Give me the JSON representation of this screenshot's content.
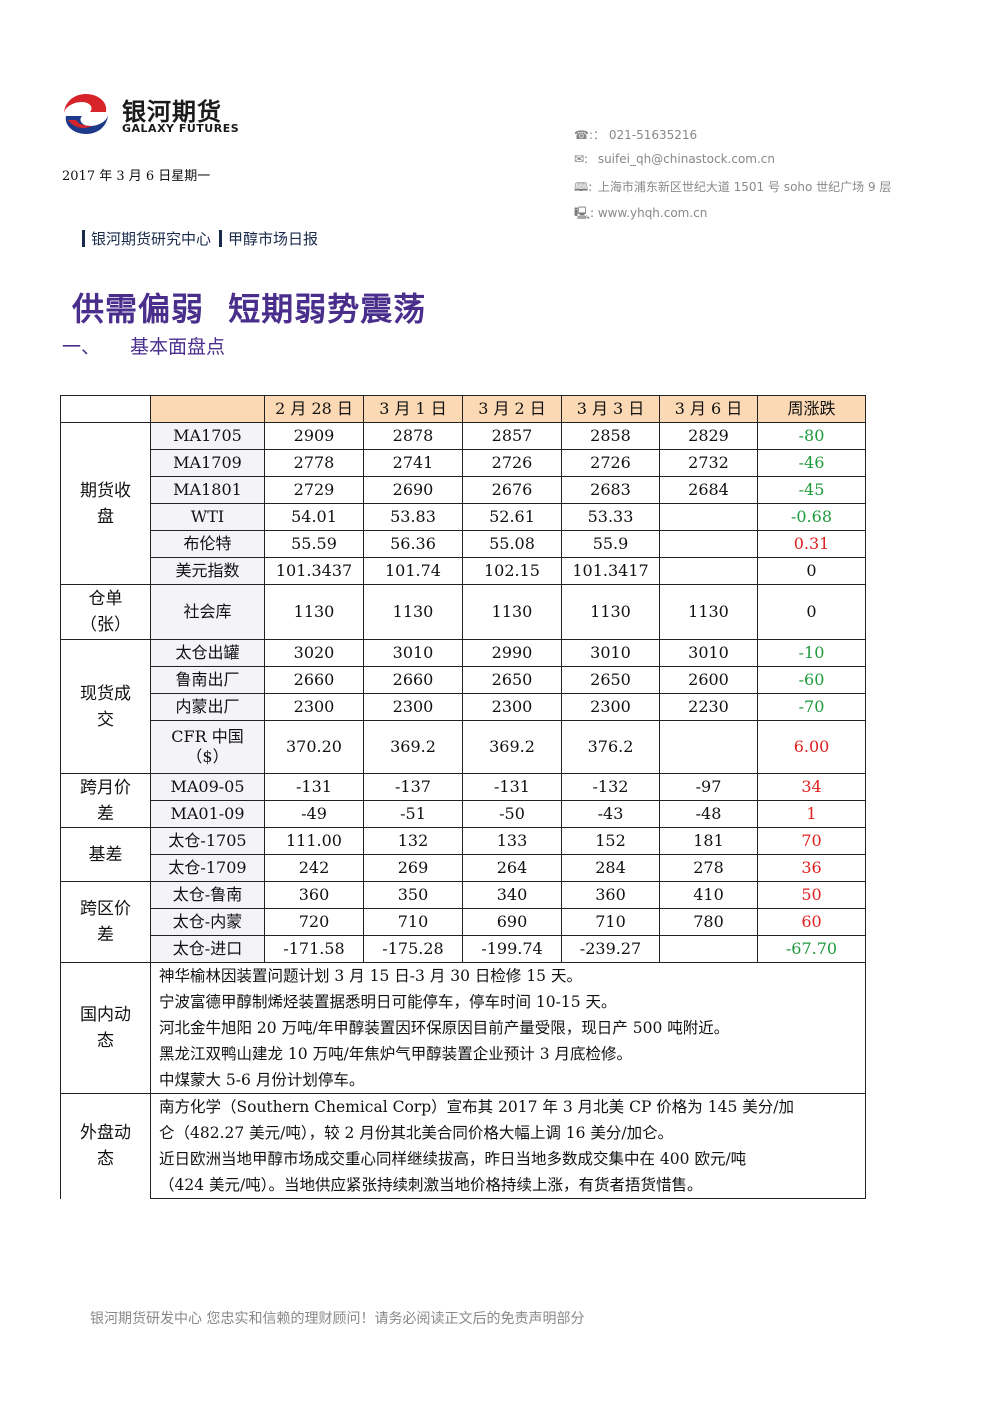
{
  "brand": {
    "cn": "银河期货",
    "en": "GALAXY FUTURES"
  },
  "colors": {
    "accent": "#4a2e8c",
    "header_bg": "#fbd9b4",
    "up": "#e02020",
    "down": "#1f9a3c",
    "logo_red": "#d7232a",
    "logo_blue": "#1e3a8a"
  },
  "date": "2017 年 3 月 6 日星期一",
  "contact": {
    "phone": "021-51635216",
    "phone_prefix": "☎:：",
    "email": "suifei_qh@chinastock.com.cn",
    "address": "上海市浦东新区世纪大道 1501 号 soho 世纪广场 9 层",
    "web": "www.yhqh.com.cn"
  },
  "breadcrumb": {
    "center": "银河期货研究中心",
    "report": "甲醇市场日报"
  },
  "title": "供需偏弱  短期弱势震荡",
  "section": {
    "num": "一、",
    "label": "基本面盘点"
  },
  "table": {
    "headers": [
      "2 月 28 日",
      "3 月 1 日",
      "3 月 2 日",
      "3 月 3 日",
      "3 月 6 日",
      "周涨跌"
    ],
    "cat_futures": "期货收\n盘",
    "cat_warehouse": "仓单\n（张）",
    "cat_spot": "现货成\n交",
    "cat_spread": "跨月价\n差",
    "cat_basis": "基差",
    "cat_region": "跨区价\n差",
    "cat_domestic": "国内动\n态",
    "cat_foreign": "外盘动\n态",
    "futures": [
      {
        "name": "MA1705",
        "v": [
          "2909",
          "2878",
          "2857",
          "2858",
          "2829"
        ],
        "chg": "-80"
      },
      {
        "name": "MA1709",
        "v": [
          "2778",
          "2741",
          "2726",
          "2726",
          "2732"
        ],
        "chg": "-46"
      },
      {
        "name": "MA1801",
        "v": [
          "2729",
          "2690",
          "2676",
          "2683",
          "2684"
        ],
        "chg": "-45"
      },
      {
        "name": "WTI",
        "v": [
          "54.01",
          "53.83",
          "52.61",
          "53.33",
          ""
        ],
        "chg": "-0.68"
      },
      {
        "name": "布伦特",
        "v": [
          "55.59",
          "56.36",
          "55.08",
          "55.9",
          ""
        ],
        "chg": "0.31"
      },
      {
        "name": "美元指数",
        "v": [
          "101.3437",
          "101.74",
          "102.15",
          "101.3417",
          ""
        ],
        "chg": "0"
      }
    ],
    "warehouse": [
      {
        "name": "社会库",
        "v": [
          "1130",
          "1130",
          "1130",
          "1130",
          "1130"
        ],
        "chg": "0"
      }
    ],
    "spot": [
      {
        "name": "太仓出罐",
        "v": [
          "3020",
          "3010",
          "2990",
          "3010",
          "3010"
        ],
        "chg": "-10"
      },
      {
        "name": "鲁南出厂",
        "v": [
          "2660",
          "2660",
          "2650",
          "2650",
          "2600"
        ],
        "chg": "-60"
      },
      {
        "name": "内蒙出厂",
        "v": [
          "2300",
          "2300",
          "2300",
          "2300",
          "2230"
        ],
        "chg": "-70"
      },
      {
        "name": "CFR 中国\n（$）",
        "v": [
          "370.20",
          "369.2",
          "369.2",
          "376.2",
          ""
        ],
        "chg": "6.00"
      }
    ],
    "spread": [
      {
        "name": "MA09-05",
        "v": [
          "-131",
          "-137",
          "-131",
          "-132",
          "-97"
        ],
        "chg": "34"
      },
      {
        "name": "MA01-09",
        "v": [
          "-49",
          "-51",
          "-50",
          "-43",
          "-48"
        ],
        "chg": "1"
      }
    ],
    "basis": [
      {
        "name": "太仓-1705",
        "v": [
          "111.00",
          "132",
          "133",
          "152",
          "181"
        ],
        "chg": "70"
      },
      {
        "name": "太仓-1709",
        "v": [
          "242",
          "269",
          "264",
          "284",
          "278"
        ],
        "chg": "36"
      }
    ],
    "region": [
      {
        "name": "太仓-鲁南",
        "v": [
          "360",
          "350",
          "340",
          "360",
          "410"
        ],
        "chg": "50"
      },
      {
        "name": "太仓-内蒙",
        "v": [
          "720",
          "710",
          "690",
          "710",
          "780"
        ],
        "chg": "60"
      },
      {
        "name": "太仓-进口",
        "v": [
          "-171.58",
          "-175.28",
          "-199.74",
          "-239.27",
          ""
        ],
        "chg": "-67.70"
      }
    ],
    "domestic": [
      "神华榆林因装置问题计划 3 月 15 日-3 月 30 日检修 15 天。",
      "宁波富德甲醇制烯烃装置据悉明日可能停车，停车时间 10-15 天。",
      "河北金牛旭阳 20 万吨/年甲醇装置因环保原因目前产量受限，现日产 500 吨附近。",
      "黑龙江双鸭山建龙 10 万吨/年焦炉气甲醇装置企业预计 3 月底检修。",
      "中煤蒙大 5-6 月份计划停车。"
    ],
    "foreign": [
      "南方化学（Southern Chemical Corp）宣布其 2017 年 3 月北美 CP 价格为 145 美分/加",
      "仑（482.27 美元/吨），较 2 月份其北美合同价格大幅上调 16 美分/加仑。",
      "近日欧洲当地甲醇市场成交重心同样继续拔高，昨日当地多数成交集中在 400 欧元/吨",
      "（424 美元/吨）。当地供应紧张持续刺激当地价格持续上涨，有货者捂货惜售。"
    ]
  },
  "footer": "银河期货研发中心  您忠实和信赖的理财顾问！请务必阅读正文后的免责声明部分"
}
